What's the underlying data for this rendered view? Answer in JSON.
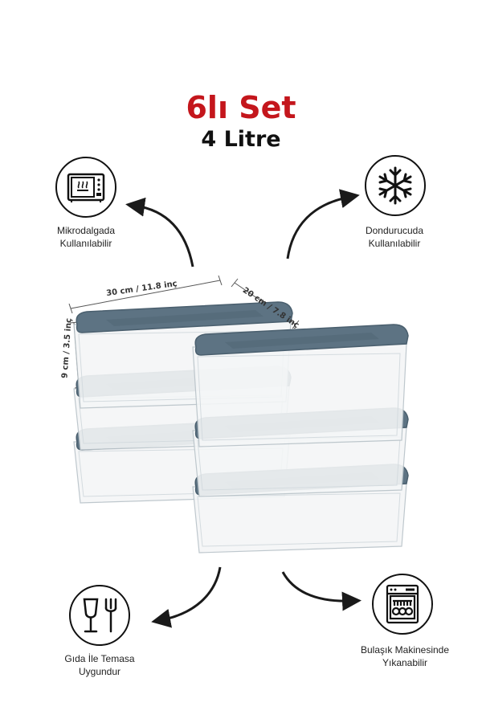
{
  "header": {
    "set_title": "6lı Set",
    "size_title": "4 Litre"
  },
  "features": {
    "microwave": {
      "icon": "microwave-icon",
      "line1": "Mikrodalgada",
      "line2": "Kullanılabilir"
    },
    "freezer": {
      "icon": "snowflake-icon",
      "line1": "Dondurucuda",
      "line2": "Kullanılabilir"
    },
    "food_safe": {
      "icon": "glass-fork-icon",
      "line1": "Gıda İle Temasa",
      "line2": "Uygundur"
    },
    "dishwasher": {
      "icon": "dishwasher-icon",
      "line1": "Bulaşık Makinesinde",
      "line2": "Yıkanabilir"
    }
  },
  "dimensions": {
    "length": "30 cm / 11.8 inç",
    "width": "20 cm / 7.8 inç",
    "height": "9 cm / 3.5 inç"
  },
  "colors": {
    "accent": "#c4161c",
    "lid": "#5d7383",
    "lid_dark": "#4a5f6e"
  },
  "product": {
    "container_count": 6
  }
}
